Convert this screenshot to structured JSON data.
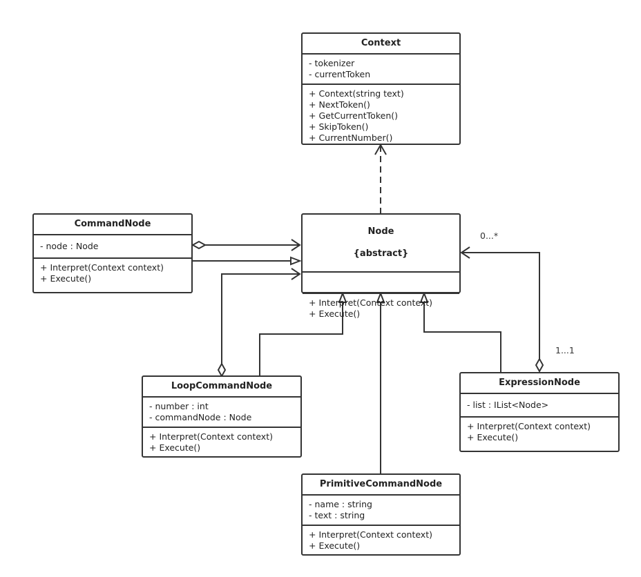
{
  "classes": {
    "context": {
      "name": "Context",
      "attributes": [
        "- tokenizer",
        "- currentToken"
      ],
      "methods": [
        "+ Context(string text)",
        "+ NextToken()",
        "+ GetCurrentToken()",
        "+ SkipToken()",
        "+ CurrentNumber()"
      ]
    },
    "node": {
      "name": "Node",
      "stereotype": "{abstract}",
      "attributes": [],
      "methods": [
        "+ Interpret(Context context)",
        "+ Execute()"
      ]
    },
    "command_node": {
      "name": "CommandNode",
      "attributes": [
        "- node : Node"
      ],
      "methods": [
        "+ Interpret(Context context)",
        "+ Execute()"
      ]
    },
    "loop_command_node": {
      "name": "LoopCommandNode",
      "attributes": [
        "- number : int",
        "- commandNode : Node"
      ],
      "methods": [
        "+ Interpret(Context context)",
        "+ Execute()"
      ]
    },
    "primitive_command_node": {
      "name": "PrimitiveCommandNode",
      "attributes": [
        "- name : string",
        "- text : string"
      ],
      "methods": [
        "+ Interpret(Context context)",
        "+ Execute()"
      ]
    },
    "expression_node": {
      "name": "ExpressionNode",
      "attributes": [
        "- list : IList<Node>"
      ],
      "methods": [
        "+ Interpret(Context context)",
        "+ Execute()"
      ]
    }
  },
  "multiplicity": {
    "node_end": "0...*",
    "expression_end": "1...1"
  }
}
